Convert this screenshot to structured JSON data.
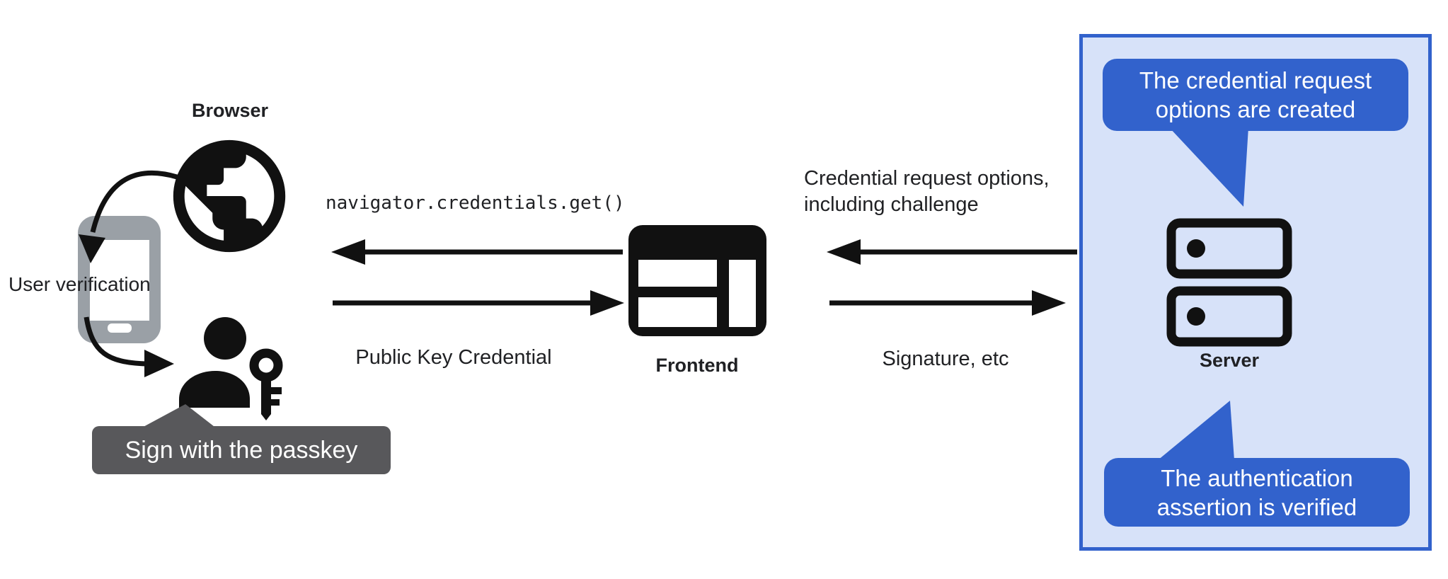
{
  "diagram": {
    "title_labels": {
      "browser": "Browser",
      "frontend": "Frontend",
      "server": "Server"
    },
    "left_flow": {
      "user_verification": "User verification",
      "passkey_tooltip": "Sign with the passkey"
    },
    "frontend_browser_exchange": {
      "request": "navigator.credentials.get()",
      "response": "Public Key Credential"
    },
    "server_frontend_exchange": {
      "request_line1": "Credential request options,",
      "request_line2": "including challenge",
      "response": "Signature, etc"
    },
    "server_callouts": {
      "top_line1": "The credential request",
      "top_line2": "options are created",
      "bottom_line1": "The authentication",
      "bottom_line2": "assertion is verified"
    },
    "colors": {
      "callout_blue": "#3262cc",
      "panel_border_blue": "#3262cc",
      "panel_fill_blue": "#d7e2f9",
      "icon_black": "#111111",
      "phone_gray": "#9aa0a6",
      "tooltip_gray": "#58585b",
      "text_dark": "#202124",
      "text_white": "#ffffff"
    },
    "icons": {
      "browser": "globe-icon",
      "authenticator": "smartphone-icon",
      "user": "person-icon",
      "passkey": "key-icon",
      "frontend": "browser-window-icon",
      "server": "server-stack-icon"
    }
  }
}
